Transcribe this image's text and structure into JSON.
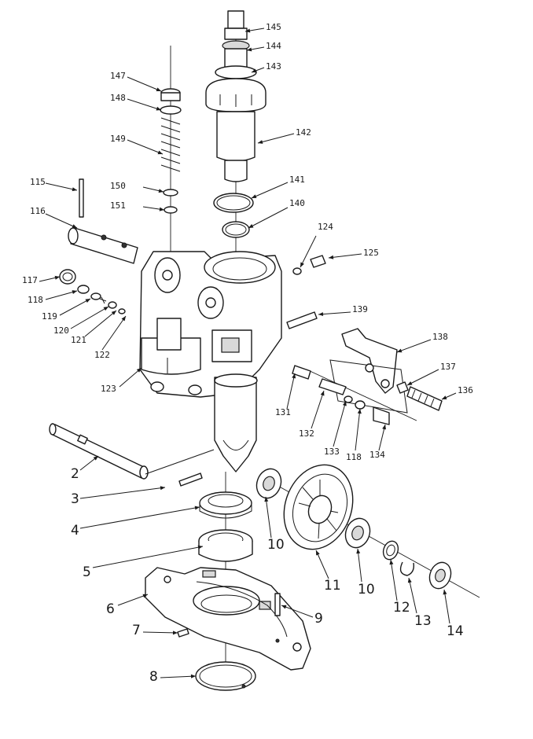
{
  "diagram": {
    "labels_small": [
      "145",
      "144",
      "143",
      "147",
      "148",
      "149",
      "142",
      "150",
      "151",
      "141",
      "140",
      "115",
      "116",
      "124",
      "125",
      "117",
      "118",
      "119",
      "120",
      "121",
      "122",
      "139",
      "123",
      "138",
      "137",
      "136",
      "131",
      "132",
      "133",
      "118",
      "134"
    ],
    "labels_big": [
      "2",
      "3",
      "4",
      "10",
      "11",
      "10",
      "5",
      "12",
      "13",
      "14",
      "6",
      "9",
      "7",
      "8"
    ]
  }
}
